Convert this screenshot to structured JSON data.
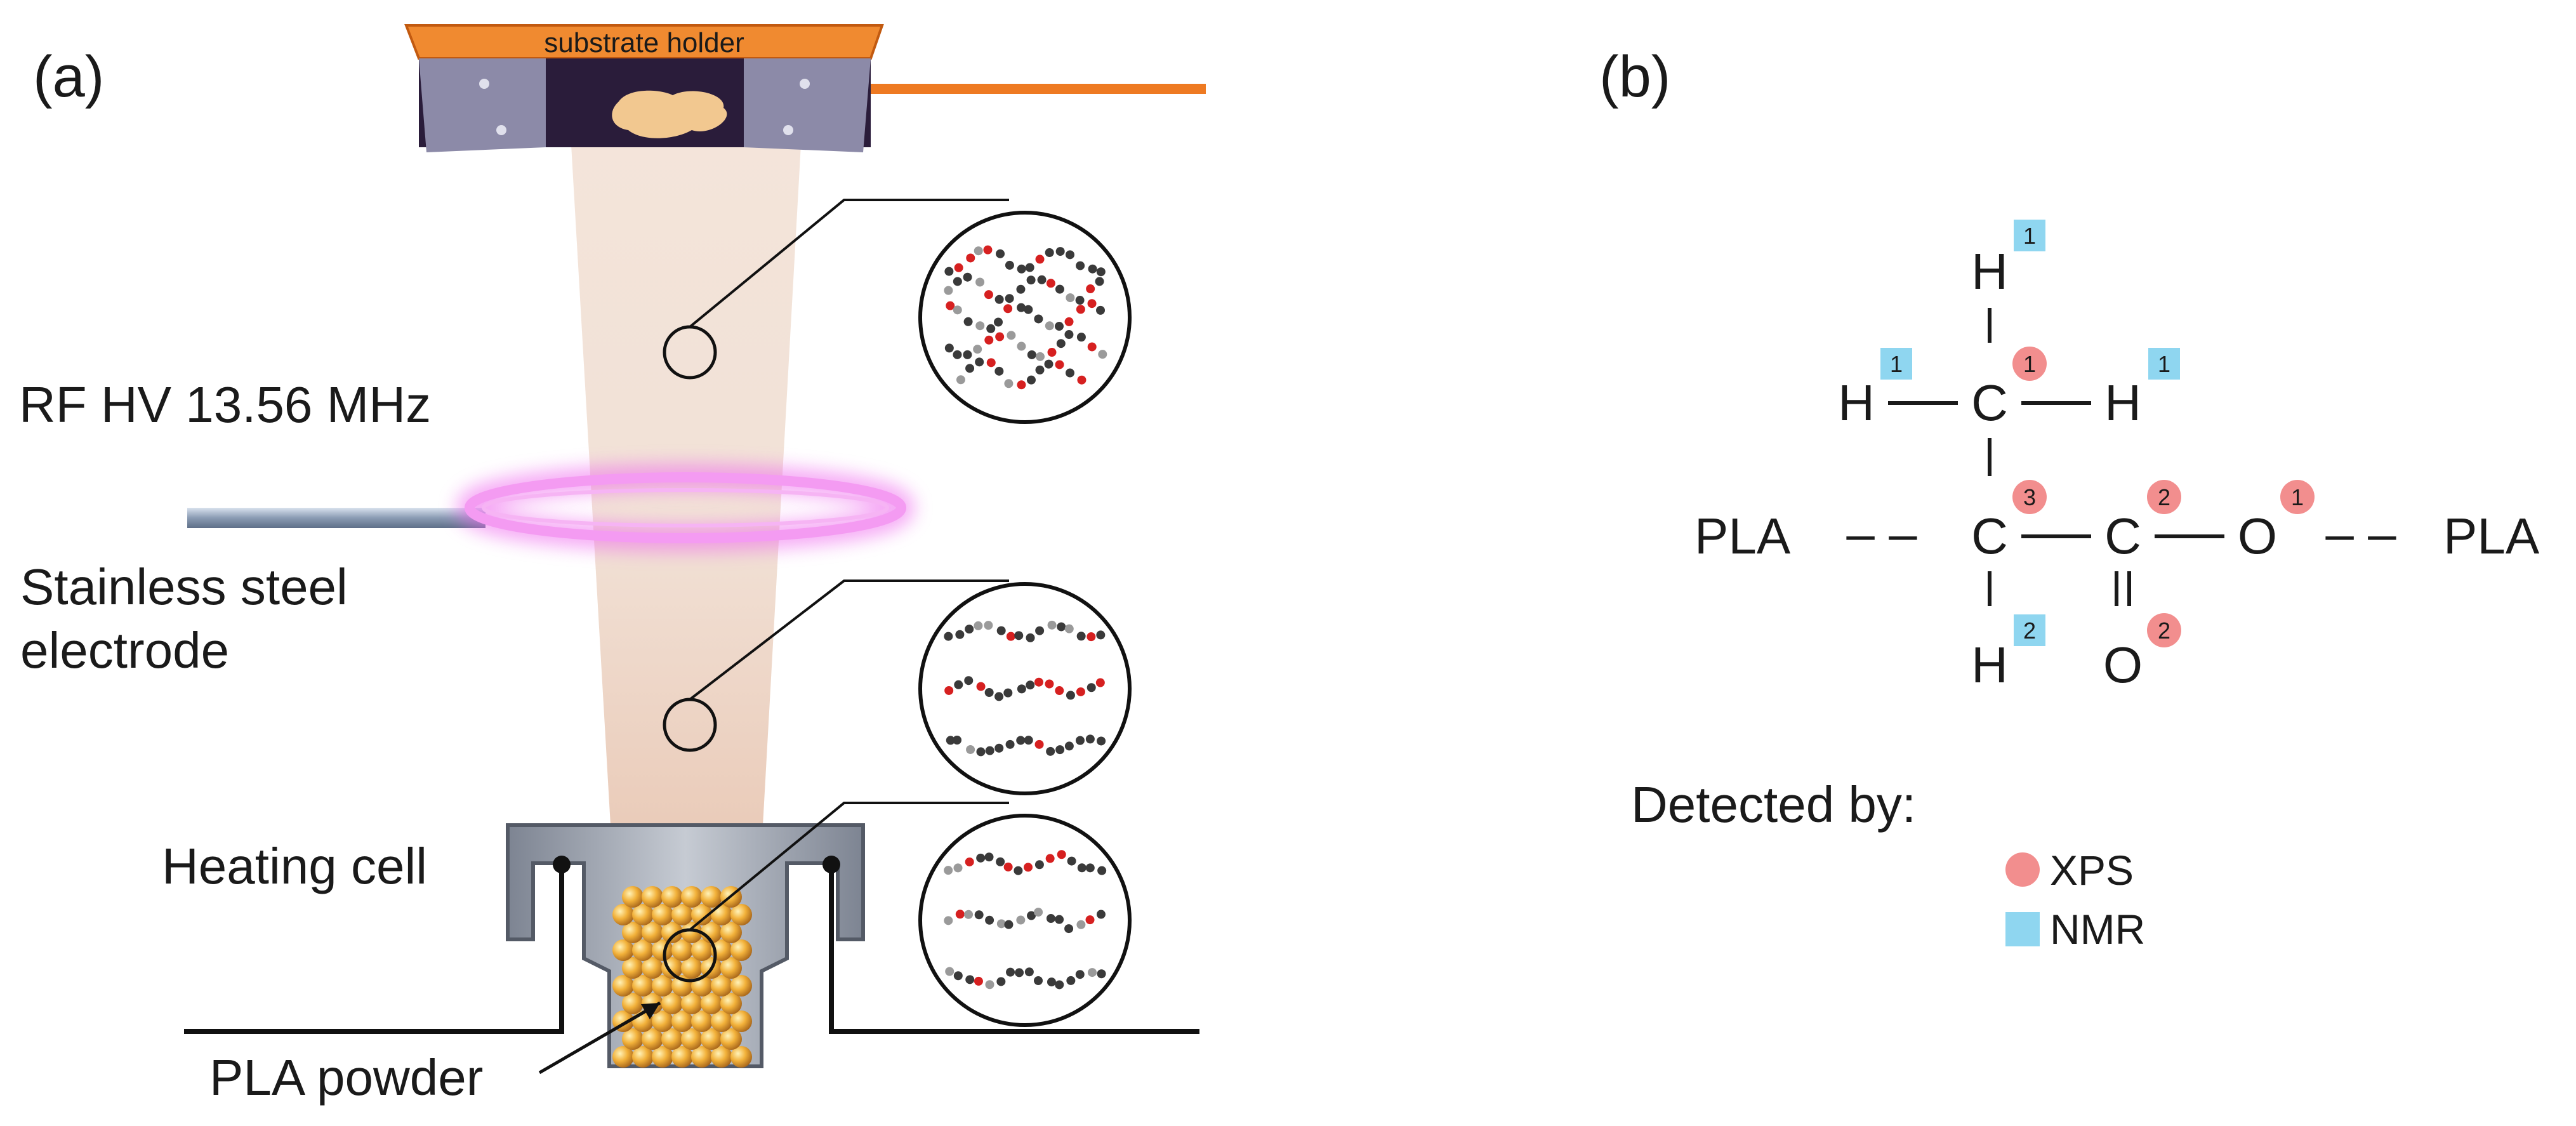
{
  "panel_a": {
    "label": "(a)",
    "substrate_label": "substrate holder",
    "rf_label": "RF HV 13.56 MHz",
    "electrode_label_line1": "Stainless steel",
    "electrode_label_line2": "electrode",
    "heating_label": "Heating cell",
    "powder_label": "PLA powder"
  },
  "panel_b": {
    "label": "(b)",
    "chain_left": "PLA",
    "chain_right": "PLA",
    "dash": "– –",
    "atoms": {
      "H": "H",
      "C": "C",
      "O": "O"
    },
    "markers": {
      "h_top": "1",
      "h_left": "1",
      "h_right": "1",
      "h_bottom": "2",
      "c_methyl": "1",
      "c_alpha": "3",
      "c_carbonyl": "2",
      "o_ester": "1",
      "o_carbonyl": "2"
    },
    "legend_title": "Detected by:",
    "legend_xps": "XPS",
    "legend_nmr": "NMR"
  },
  "colors": {
    "xps": "#f28e8e",
    "nmr": "#8fd6f0",
    "substrate": "#ee7a22",
    "plasma": "#ee66ee",
    "powder": "#e8a62c"
  }
}
